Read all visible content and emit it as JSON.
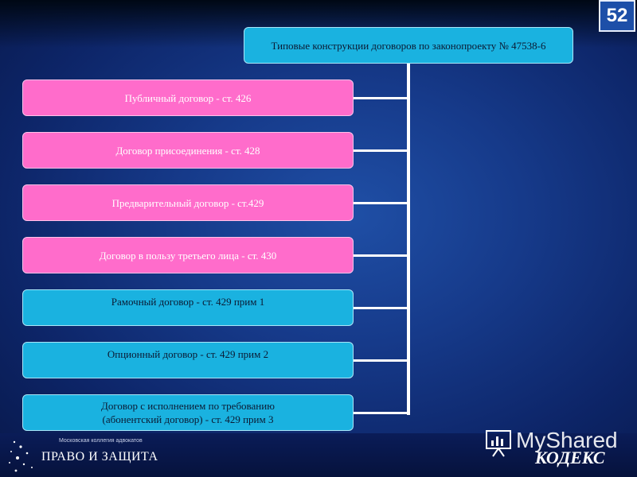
{
  "slide_number": "52",
  "diagram": {
    "root": "Типовые конструкции договоров по законопроекту № 47538-6",
    "children": [
      {
        "label": "Публичный договор - ст. 426",
        "style": "pink"
      },
      {
        "label": "Договор присоединения - ст. 428",
        "style": "pink"
      },
      {
        "label": "Предварительный договор - ст.429",
        "style": "pink"
      },
      {
        "label": "Договор в пользу третьего лица - ст. 430",
        "style": "pink"
      },
      {
        "label": "Рамочный договор - ст. 429 прим 1",
        "style": "cyan"
      },
      {
        "label": "Опционный договор - ст. 429 прим 2",
        "style": "cyan"
      },
      {
        "label_line1": "Договор с исполнением по требованию",
        "label_line2": "(абонентский договор) - ст. 429 прим 3",
        "style": "cyan"
      }
    ]
  },
  "footer": {
    "org_subtitle": "Московская коллегия адвокатов",
    "org_name": "ПРАВО И ЗАЩИТА",
    "brand": "КОДЕКС",
    "watermark": "MyShared"
  },
  "colors": {
    "pink_box": "#ff6ccb",
    "cyan_box": "#1ab2e0",
    "background": "#163a8a"
  }
}
